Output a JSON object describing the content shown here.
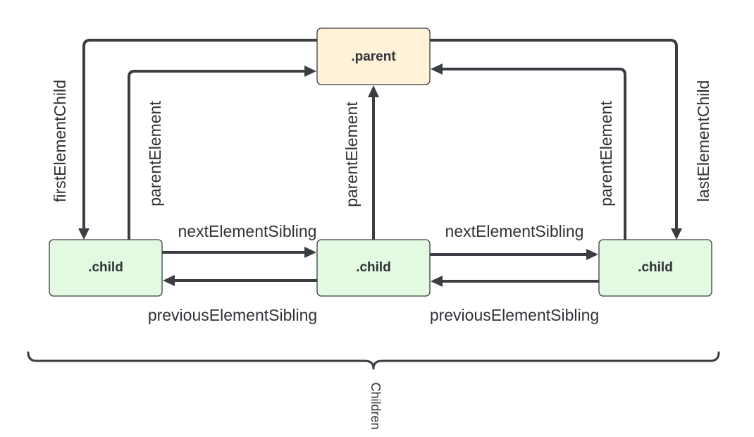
{
  "colors": {
    "parent_fill": "#fff2d9",
    "child_fill": "#e3f9e1",
    "stroke": "#3a3d42"
  },
  "nodes": {
    "parent": ".parent",
    "child_left": ".child",
    "child_middle": ".child",
    "child_right": ".child"
  },
  "edges": {
    "first_element_child": "firstElementChild",
    "parent_element_left": "parentElement",
    "parent_element_middle": "parentElement",
    "parent_element_right": "parentElement",
    "last_element_child": "lastElementChild",
    "next_sibling_1": "nextElementSibling",
    "next_sibling_2": "nextElementSibling",
    "previous_sibling_1": "previousElementSibling",
    "previous_sibling_2": "previousElementSibling"
  },
  "group": {
    "children_label": "Children"
  }
}
